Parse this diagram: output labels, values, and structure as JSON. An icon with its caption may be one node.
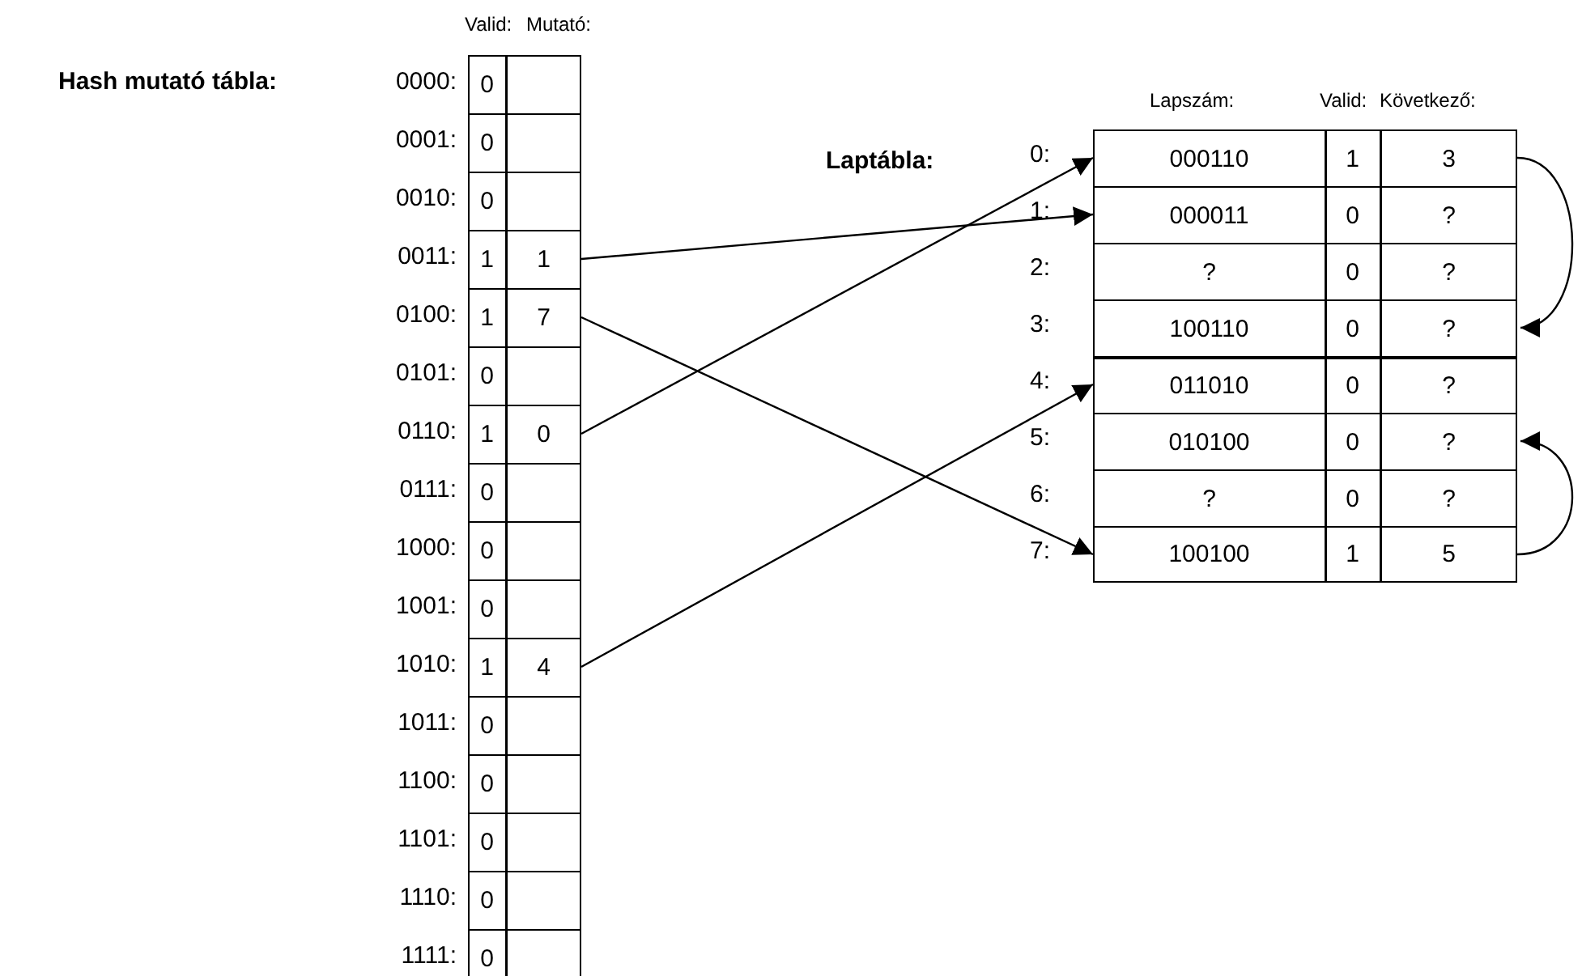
{
  "diagram": {
    "nodes": [
      {
        "text": [
          "0"
        ],
        "beside": [
          "0000:"
        ]
      },
      {
        "text": [
          "0"
        ],
        "beside": [
          "0001:"
        ]
      },
      {
        "text": [
          "0"
        ],
        "beside": [
          "0010:"
        ]
      },
      {
        "text": [
          "1",
          "1"
        ],
        "beside": [
          "0011:"
        ]
      },
      {
        "text": [
          "1",
          "7"
        ],
        "beside": [
          "0100:"
        ]
      },
      {
        "text": [
          "0"
        ],
        "beside": [
          "0101:"
        ]
      },
      {
        "text": [
          "1",
          "0"
        ],
        "beside": [
          "0110:"
        ]
      },
      {
        "text": [
          "0"
        ],
        "beside": [
          "0111:"
        ]
      },
      {
        "text": [
          "0"
        ],
        "beside": [
          "1000:"
        ]
      },
      {
        "text": [
          "0"
        ],
        "beside": [
          "1001:"
        ]
      },
      {
        "text": [
          "1",
          "4"
        ],
        "beside": [
          "1010:"
        ]
      },
      {
        "text": [
          "0"
        ],
        "beside": [
          "1011:"
        ]
      },
      {
        "text": [
          "0"
        ],
        "beside": [
          "1100:"
        ]
      },
      {
        "text": [
          "0"
        ],
        "beside": [
          "1101:"
        ]
      },
      {
        "text": [
          "0"
        ],
        "beside": [
          "1110:"
        ]
      },
      {
        "text": [
          "0"
        ],
        "beside": [
          "1111:"
        ]
      },
      {
        "text": [
          "000110",
          "1",
          "3"
        ],
        "beside": [
          "0:"
        ]
      },
      {
        "text": [
          "000011",
          "0",
          "?"
        ],
        "beside": [
          "1:"
        ]
      },
      {
        "text": [
          "?",
          "0",
          "?"
        ],
        "beside": [
          "2:"
        ]
      },
      {
        "text": [
          "100110",
          "0",
          "?"
        ],
        "beside": [
          "3:"
        ]
      },
      {
        "text": [
          "011010",
          "0",
          "?"
        ],
        "beside": [
          "4:"
        ]
      },
      {
        "text": [
          "010100",
          "0",
          "?"
        ],
        "beside": [
          "5:"
        ]
      },
      {
        "text": [
          "?",
          "0",
          "?"
        ],
        "beside": [
          "6:"
        ]
      },
      {
        "text": [
          "100100",
          "1",
          "5"
        ],
        "beside": [
          "7:"
        ]
      }
    ],
    "edges": [
      {
        "from": 3,
        "to": 17,
        "arrow": "to"
      },
      {
        "from": 4,
        "to": 23,
        "arrow": "to"
      },
      {
        "from": 6,
        "to": 16,
        "arrow": "to"
      },
      {
        "from": 10,
        "to": 20,
        "arrow": "to"
      },
      {
        "from": 16,
        "to": 19,
        "arrow": "to"
      },
      {
        "from": 23,
        "to": 21,
        "arrow": "to"
      }
    ],
    "labels": [
      "Valid:",
      "Mutató:",
      "Hash mutató tábla:",
      "Lapszám:",
      "Valid:",
      "Következő:",
      "Laptábla:"
    ]
  }
}
